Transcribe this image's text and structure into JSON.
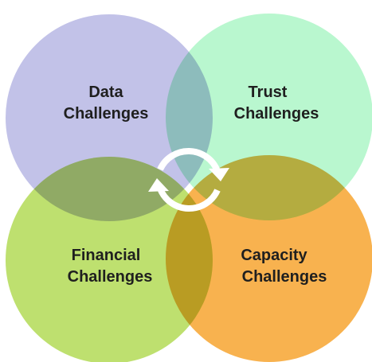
{
  "quadrants": [
    {
      "id": "data",
      "line1": "Data",
      "line2": "Challenges",
      "color": "#C2C2E8"
    },
    {
      "id": "trust",
      "line1": "Trust",
      "line2": "Challenges",
      "color": "#B9F7CF"
    },
    {
      "id": "financial",
      "line1": "Financial",
      "line2": "Challenges",
      "color": "#BEE06F"
    },
    {
      "id": "capacity",
      "line1": "Capacity",
      "line2": "Challenges",
      "color": "#F8B24F"
    }
  ],
  "center_icon": {
    "name": "cycle-arrows-icon",
    "color": "#ffffff"
  }
}
